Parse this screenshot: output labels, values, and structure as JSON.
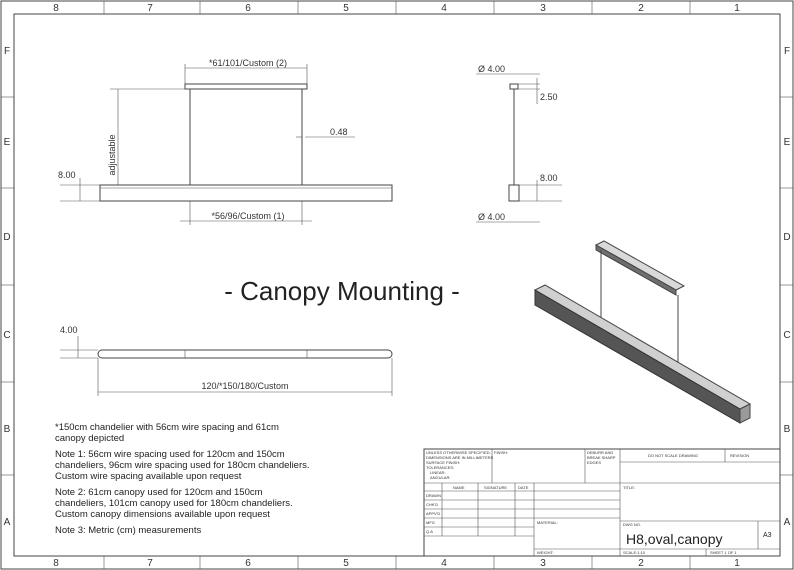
{
  "grid": {
    "columns": [
      "8",
      "7",
      "6",
      "5",
      "4",
      "3",
      "2",
      "1"
    ],
    "rows": [
      "F",
      "E",
      "D",
      "C",
      "B",
      "A"
    ]
  },
  "drawing_title": "- Canopy Mounting -",
  "front_view": {
    "canopy_width": "*61/101/Custom (2)",
    "wire_spacing": "*56/96/Custom (1)",
    "adjustable": "adjustable",
    "wire_offset": "0.48",
    "bar_height": "8.00"
  },
  "side_view": {
    "top_diameter": "Ø 4.00",
    "canopy_height": "2.50",
    "end_height": "8.00",
    "bottom_diameter": "Ø 4.00"
  },
  "top_view": {
    "thickness": "4.00",
    "length": "120/*150/180/Custom"
  },
  "notes": [
    "*150cm chandelier with 56cm wire spacing and 61cm",
    "canopy depicted",
    "Note 1: 56cm wire spacing used for 120cm and 150cm",
    "chandeliers, 96cm wire spacing used for 180cm chandeliers.",
    "Custom wire spacing available upon request",
    "Note 2: 61cm canopy used for 120cm and 150cm",
    "chandeliers, 101cm canopy used for 180cm chandeliers.",
    "Custom canopy dimensions available upon request",
    "Note 3: Metric (cm) measurements"
  ],
  "title_block": {
    "unless_lines": [
      "UNLESS OTHERWISE SPECIFIED:",
      "DIMENSIONS ARE IN MILLIMETERS",
      "SURFACE FINISH:",
      "TOLERANCES:",
      "LINEAR:",
      "ANGULAR:"
    ],
    "finish": "FINISH:",
    "deburr_lines": [
      "DEBURR AND",
      "BREAK SHARP",
      "EDGES"
    ],
    "do_not_scale": "DO NOT SCALE DRAWING",
    "revision": "REVISION",
    "headers": [
      "NAME",
      "SIGNATURE",
      "DATE"
    ],
    "roles": [
      "DRAWN",
      "CHK'D",
      "APPV'D",
      "MFG",
      "Q.A"
    ],
    "title_label": "TITLE:",
    "material": "MATERIAL:",
    "dwg_no_label": "DWG NO.",
    "dwg_no": "H8,oval,canopy",
    "size": "A3",
    "weight": "WEIGHT:",
    "scale": "SCALE:1:10",
    "sheet": "SHEET 1 OF 1"
  }
}
